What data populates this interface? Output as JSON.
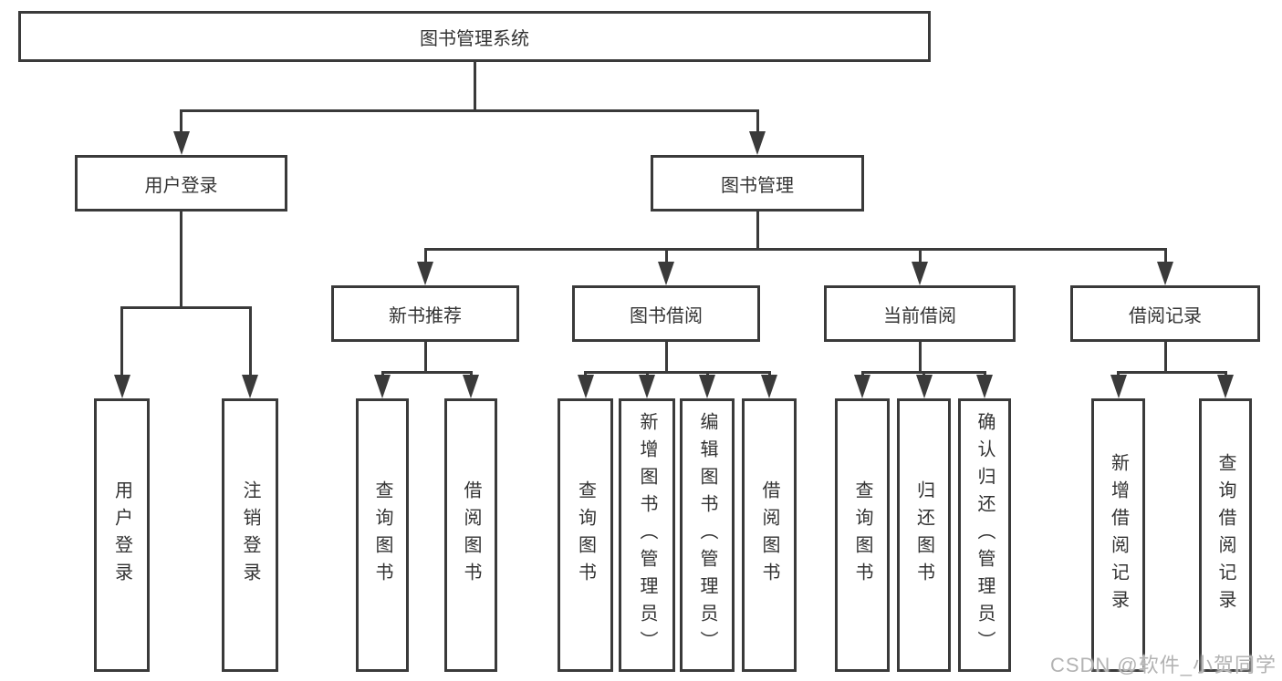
{
  "diagram": {
    "root": "图书管理系统",
    "branches": [
      {
        "label": "用户登录",
        "leaves": [
          "用户登录",
          "注销登录"
        ]
      },
      {
        "label": "图书管理",
        "groups": [
          {
            "label": "新书推荐",
            "leaves": [
              "查询图书",
              "借阅图书"
            ]
          },
          {
            "label": "图书借阅",
            "leaves": [
              "查询图书",
              "新增图书（管理员）",
              "编辑图书（管理员）",
              "借阅图书"
            ]
          },
          {
            "label": "当前借阅",
            "leaves": [
              "查询图书",
              "归还图书",
              "确认归还（管理员）"
            ]
          },
          {
            "label": "借阅记录",
            "leaves": [
              "新增借阅记录",
              "查询借阅记录"
            ]
          }
        ]
      }
    ]
  },
  "watermark": {
    "text": "CSDN @软件_小贺同学"
  },
  "colors": {
    "line": "#3a3a3a",
    "box_border": "#3a3a3a",
    "text": "#333333",
    "background": "#ffffff",
    "watermark": "#b3b3b3"
  }
}
